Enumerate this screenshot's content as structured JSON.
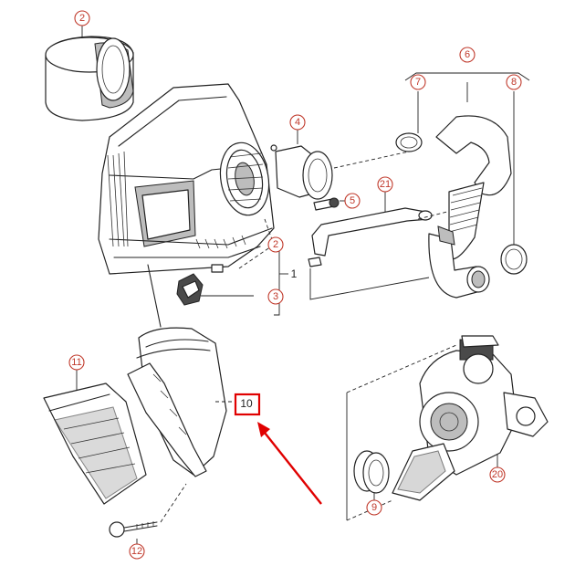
{
  "diagram": {
    "callouts": [
      {
        "id": "c2a",
        "label": "2"
      },
      {
        "id": "c4",
        "label": "4"
      },
      {
        "id": "c5",
        "label": "5"
      },
      {
        "id": "c6",
        "label": "6"
      },
      {
        "id": "c7",
        "label": "7"
      },
      {
        "id": "c8",
        "label": "8"
      },
      {
        "id": "c21",
        "label": "21"
      },
      {
        "id": "c2b",
        "label": "2"
      },
      {
        "id": "c3",
        "label": "3"
      },
      {
        "id": "c11",
        "label": "11"
      },
      {
        "id": "c9",
        "label": "9"
      },
      {
        "id": "c20",
        "label": "20"
      },
      {
        "id": "c12",
        "label": "12"
      }
    ],
    "bracket_label_1": "1",
    "highlighted_label_10": "10",
    "highlight_color": "#e00000",
    "callout_color": "#c0392b"
  }
}
